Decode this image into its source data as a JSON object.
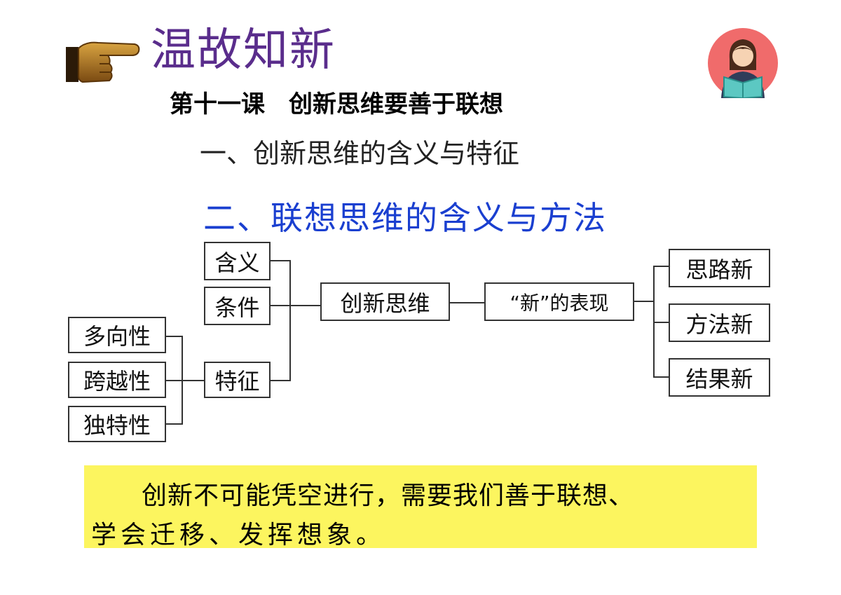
{
  "header": {
    "title": "温故知新",
    "lesson": "第十一课　创新思维要善于联想",
    "section1": "一、创新思维的含义与特征",
    "section2": "二、联想思维的含义与方法"
  },
  "diagram": {
    "meaning": "含义",
    "condition": "条件",
    "feature": "特征",
    "multi_direction": "多向性",
    "cross": "跨越性",
    "unique": "独特性",
    "innovative_thinking": "创新思维",
    "new_expression": "“新”的表现",
    "idea_new": "思路新",
    "method_new": "方法新",
    "result_new": "结果新"
  },
  "conclusion": {
    "line1": "创新不可能凭空进行，需要我们善于联想、",
    "line2": "学会迁移、发挥想象。"
  },
  "colors": {
    "title": "#5a2d8c",
    "section2": "#1a3fd0",
    "highlight": "#fcf55f",
    "avatar_bg": "#f06b6b"
  },
  "icons": {
    "pointer": "pointing-hand-icon",
    "avatar": "reading-teacher-icon"
  }
}
